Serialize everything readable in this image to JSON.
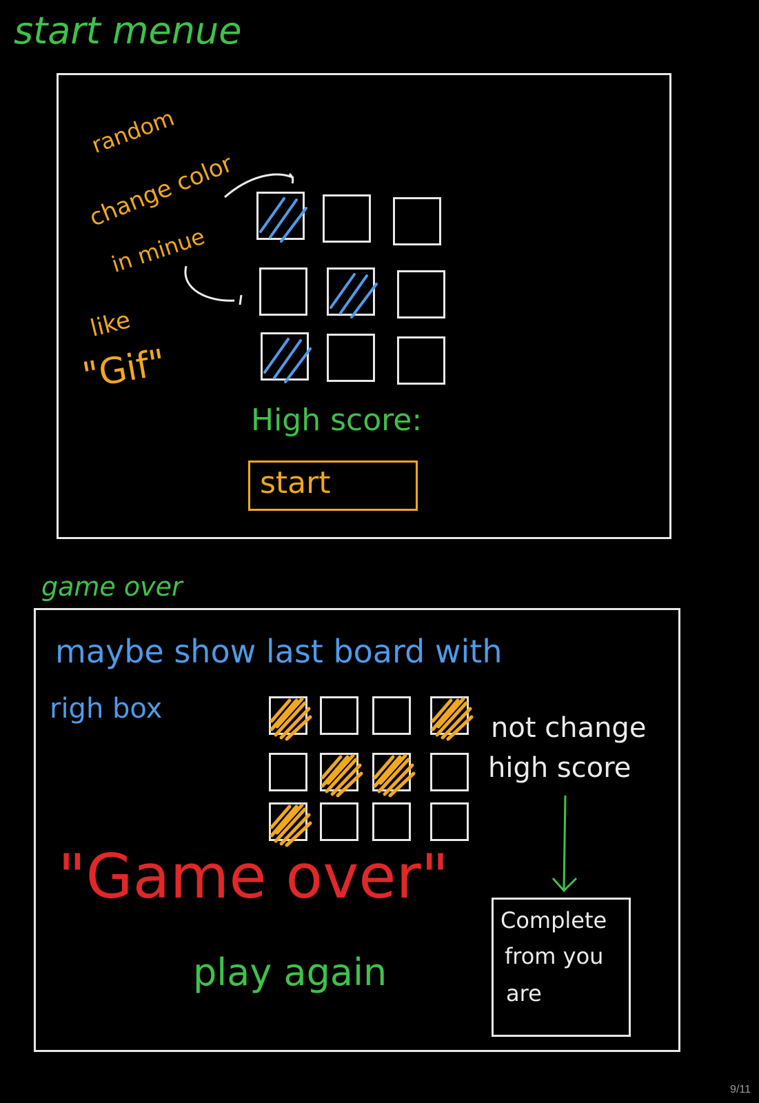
{
  "colors": {
    "frame": "#e8e8e8",
    "green": "#3fc24a",
    "orange": "#f0a820",
    "blue": "#4f9be8",
    "red": "#e02828",
    "white": "#ececec"
  },
  "start_menu": {
    "title": "start menue",
    "note_random": "random",
    "note_change": "change color",
    "note_minute": "in minue",
    "note_like": "like",
    "note_gif": "\"Gif\"",
    "high_score_label": "High score:",
    "start_button_label": "start",
    "grid_highlighted": [
      [
        true,
        false,
        false
      ],
      [
        false,
        true,
        false
      ],
      [
        true,
        false,
        false
      ]
    ]
  },
  "game_over": {
    "title": "game over",
    "note_line1": "maybe show last board with",
    "note_line2": "righ box",
    "note_not_change": "not change",
    "note_high_score": "high score",
    "game_over_text": "\"Game over\"",
    "play_again_label": "play again",
    "complete_box_text": [
      "Complete",
      "from you",
      "are"
    ],
    "grid_highlighted": [
      [
        true,
        false,
        false,
        true
      ],
      [
        false,
        true,
        true,
        false
      ],
      [
        true,
        false,
        false,
        false
      ]
    ]
  },
  "page_counter": "9/11"
}
